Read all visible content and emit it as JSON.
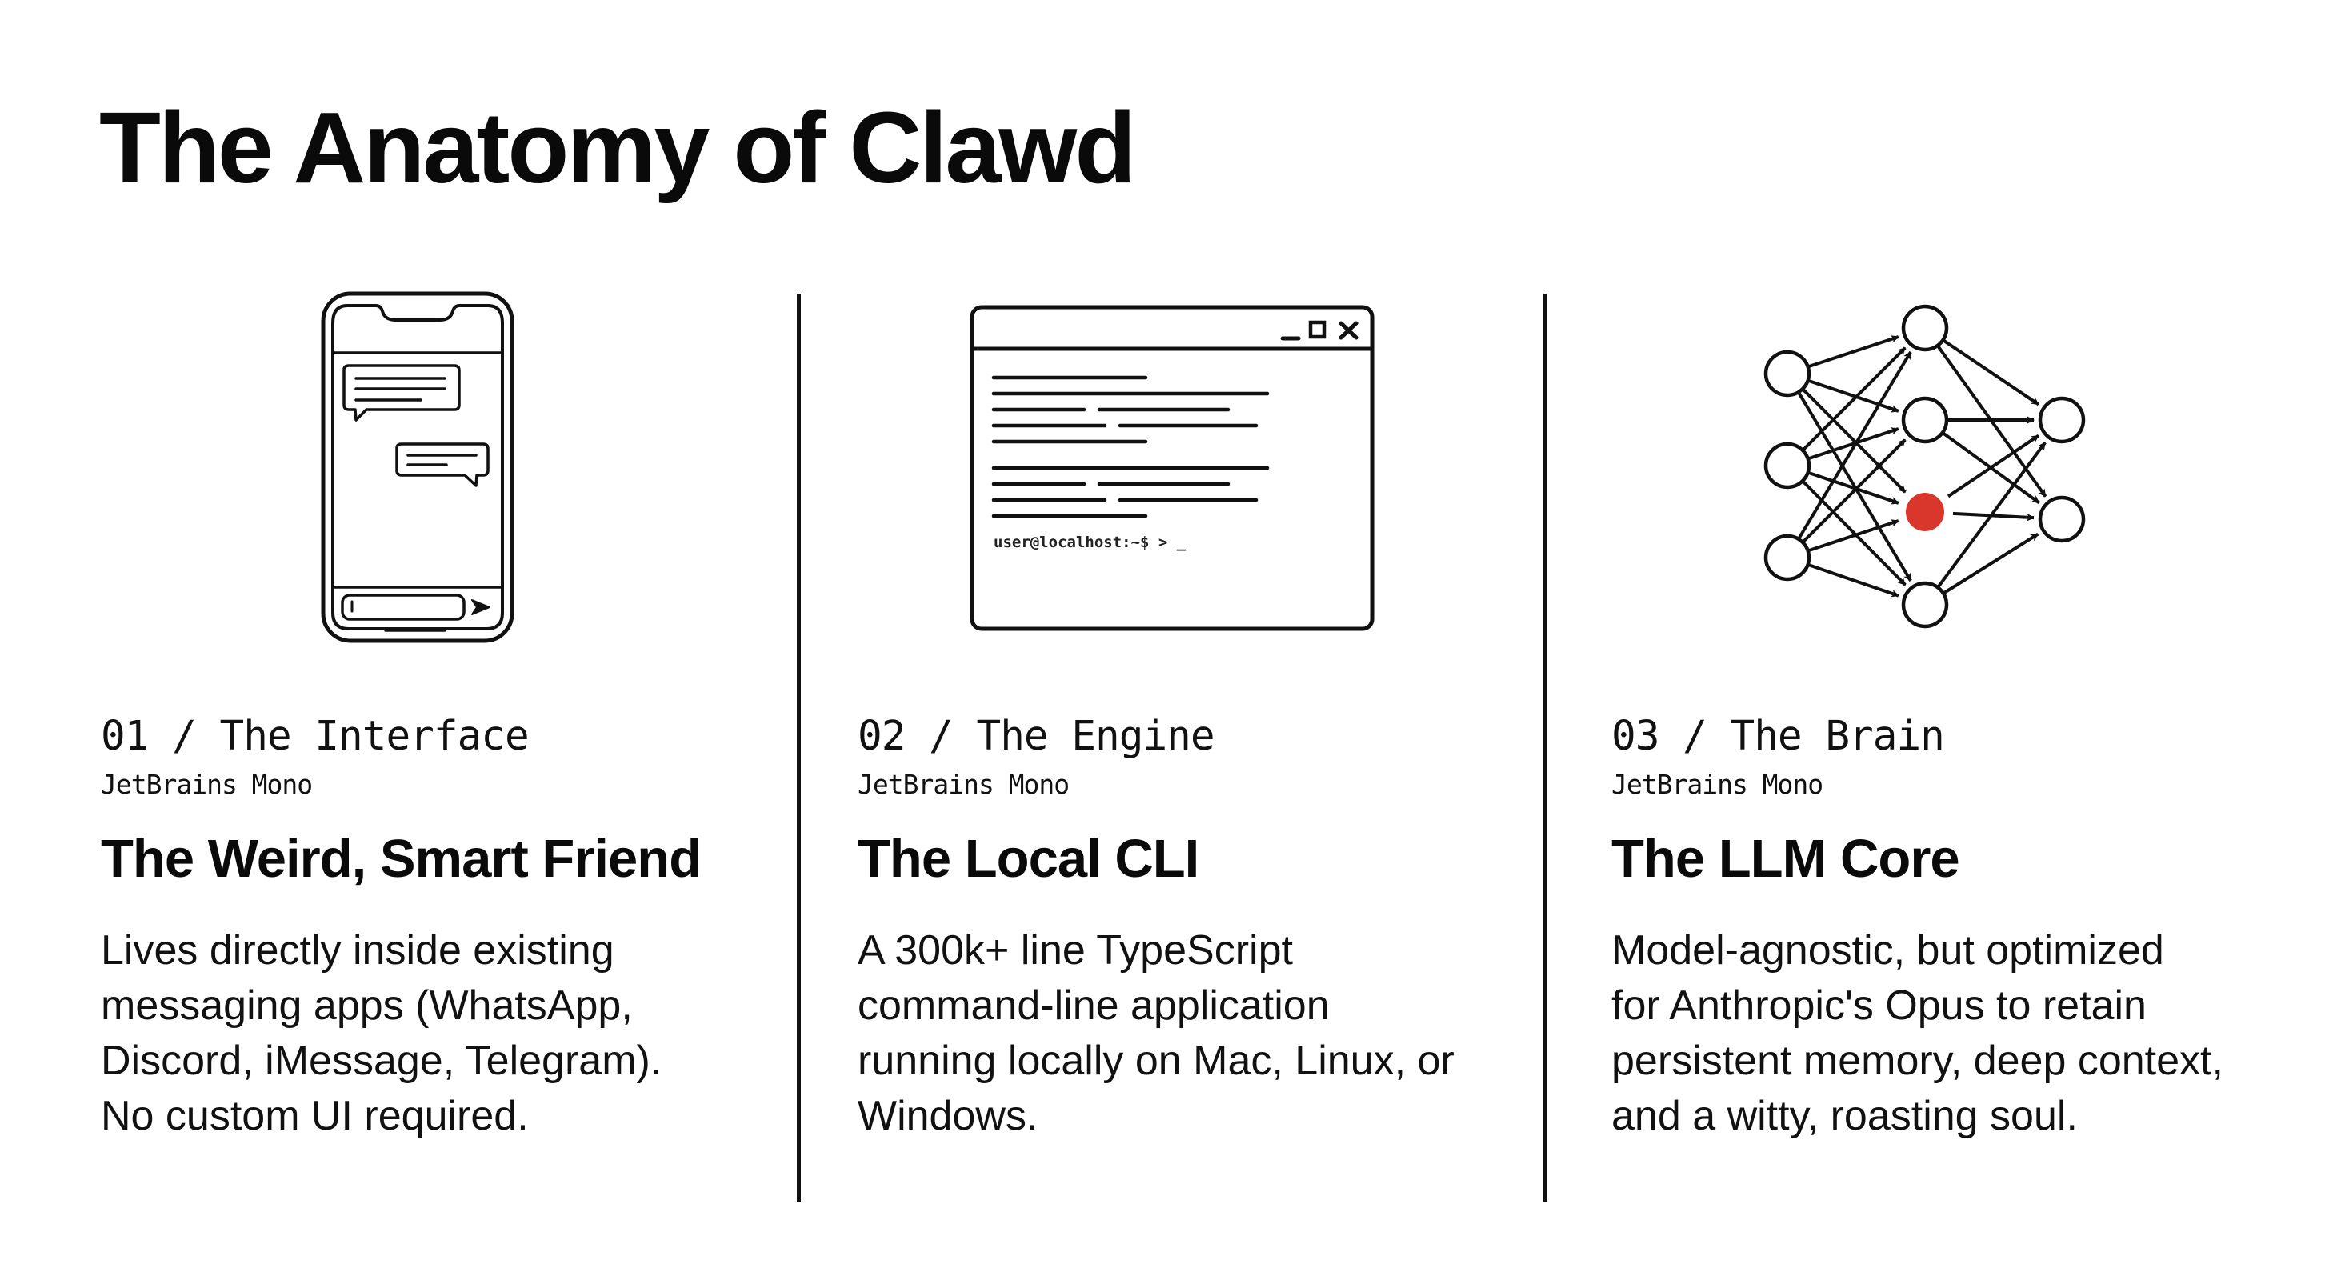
{
  "title": "The Anatomy of Clawd",
  "columns": [
    {
      "label": "01 / The Interface",
      "font_note": "JetBrains Mono",
      "headline": "The Weird, Smart Friend",
      "body_lines": [
        "Lives directly inside existing",
        "messaging apps (WhatsApp,",
        "Discord, iMessage, Telegram).",
        "No custom UI required."
      ],
      "icon": "smartphone-chat-icon"
    },
    {
      "label": "02 / The Engine",
      "font_note": "JetBrains Mono",
      "headline": "The Local CLI",
      "body_lines": [
        "A 300k+ line TypeScript",
        "command-line application",
        "running locally on Mac, Linux, or",
        "Windows."
      ],
      "icon": "terminal-window-icon",
      "terminal_prompt": "user@localhost:~$ > _"
    },
    {
      "label": "03 / The Brain",
      "font_note": "JetBrains Mono",
      "headline": "The LLM Core",
      "body_lines": [
        "Model-agnostic, but optimized",
        "for Anthropic's Opus to retain",
        "persistent memory, deep context,",
        "and a witty, roasting soul."
      ],
      "icon": "neural-network-icon"
    }
  ],
  "colors": {
    "ink": "#0a0a0a",
    "background": "#ffffff",
    "accent_node": "#d9372b"
  }
}
